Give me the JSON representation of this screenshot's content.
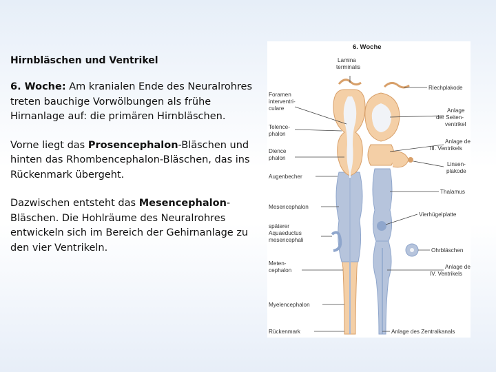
{
  "heading": "Hirnbläschen und Ventrikel",
  "p1": {
    "strong": "6. Woche:",
    "rest": " Am kranialen Ende des Neuralrohres treten bauchige Vorwölbungen als frühe Hirnanlage auf: die primären Hirnbläschen."
  },
  "p2": {
    "pre": "Vorne liegt das ",
    "strong": "Prosencephalon",
    "rest": "-Bläschen und hinten das Rhombencephalon-Bläschen, das ins Rückenmark übergeht."
  },
  "p3": {
    "pre": "Dazwischen entsteht das ",
    "strong": "Mesencephalon",
    "rest": "-Bläschen. Die Hohlräume des Neuralrohres entwickeln sich im Bereich der Gehirnanlage zu den vier Ventrikeln."
  },
  "figure": {
    "title": "6. Woche",
    "top_label": [
      "Lamina",
      "terminalis"
    ],
    "left_labels": [
      [
        "Foramen",
        "interventri-",
        "culare"
      ],
      [
        "Telence-",
        "phalon"
      ],
      [
        "Dience",
        "phalon"
      ],
      [
        "Augenbecher"
      ],
      [
        "Mesencephalon"
      ],
      [
        "späterer",
        "Aquaeductus",
        "mesencephali"
      ],
      [
        "Meten-",
        "cephalon"
      ],
      [
        "Myelencephalon"
      ],
      [
        "Rückenmark"
      ]
    ],
    "right_labels": [
      [
        "Riechplakode"
      ],
      [
        "Anlage",
        "der Seiten-",
        "ventrikel"
      ],
      [
        "Anlage des",
        "III. Ventrikels"
      ],
      [
        "Linsen-",
        "plakode"
      ],
      [
        "Thalamus"
      ],
      [
        "Vierhügelplatte"
      ],
      [
        "Ohrbläschen"
      ],
      [
        "Anlage des",
        "IV. Ventrikels"
      ]
    ],
    "bottom_right": "Anlage des Zentralkanals",
    "colors": {
      "tissue": "#f4cfa6",
      "lumen": "#f1f3f7",
      "rim": "#d8a06a",
      "mesencephalon": "#b6c4dc",
      "midline": "#8fa6cc"
    }
  }
}
